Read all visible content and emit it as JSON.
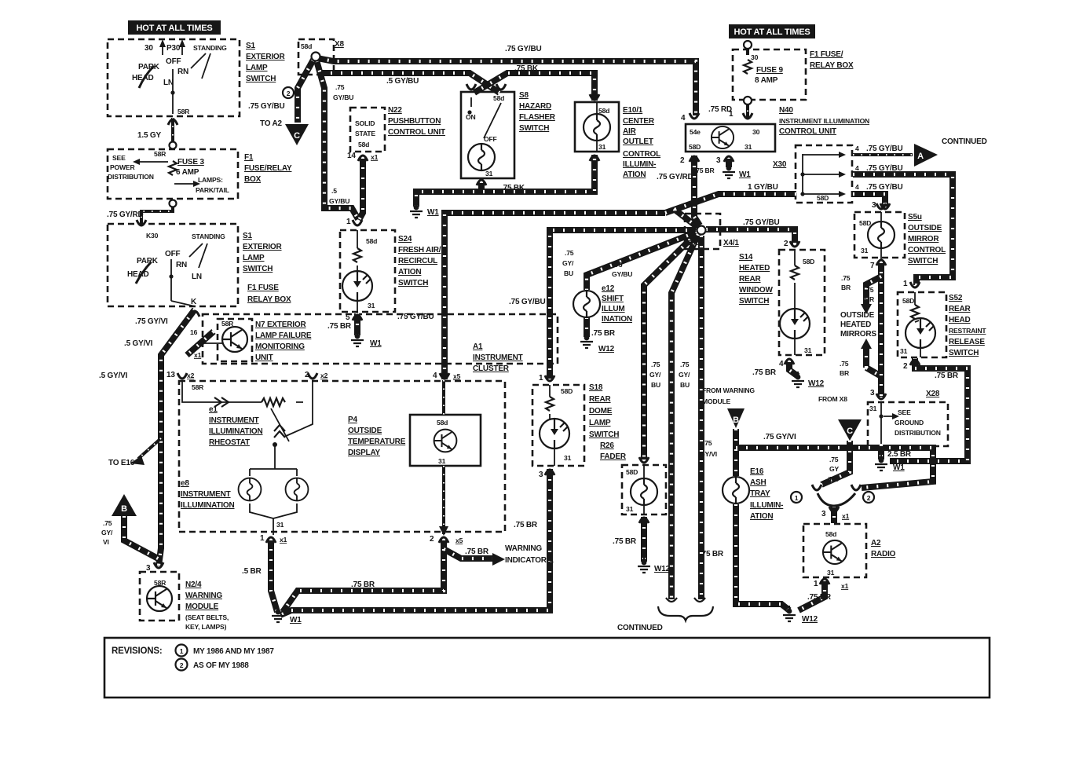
{
  "banners": {
    "left": "HOT AT ALL TIMES",
    "right": "HOT AT ALL TIMES"
  },
  "w": {
    "gybu75": ".75 GY/BU",
    "gybu5": ".5 GY/BU",
    "gybu1": "1 GY/BU",
    "bk75": ".75 BK",
    "br75": ".75 BR",
    "br5": ".5 BR",
    "br25": "2.5 BR",
    "gy15": "1.5 GY",
    "gyrd75": ".75 GY/RD",
    "rd75": ".75 RD",
    "gyvi75": ".75 GY/VI",
    "gyvi5": ".5 GY/VI",
    "f75": ".75",
    "f5": ".5",
    "gyb": "GY/",
    "bu": "BU",
    "vi": "VI",
    "gy": "GY",
    "bus": "/BU",
    "br": "BR",
    "gyvi": "GY/VI",
    "gybu": "GY/BU"
  },
  "g": {
    "w1": "W1",
    "w12": "W12"
  },
  "p": {
    "p1": "1",
    "p2": "2",
    "p3": "3",
    "p4": "4",
    "p5": "5",
    "p7": "7",
    "p13": "13",
    "p14": "14",
    "p16": "16",
    "x1": "x1",
    "x2": "x2",
    "x5": "x5",
    "t30": "30",
    "t31": "31",
    "t58d": "58d",
    "t58D": "58D",
    "t58r": "58R",
    "t54": "54e",
    "k": "K",
    "k30": "K30",
    "p30": "P30"
  },
  "misc": {
    "continued": "CONTINUED",
    "to_a2": "TO A2",
    "to_e16": "TO E16",
    "from_x8": "FROM X8",
    "fw1": "FROM WARNING",
    "fw2": "MODULE",
    "wi1": "WARNING",
    "wi2": "INDICATORS,",
    "om1": "OUTSIDE",
    "om2": "HEATED",
    "om3": "MIRRORS",
    "a": "A",
    "b": "B",
    "c": "C",
    "n1": "1",
    "n2": "2"
  },
  "c": {
    "s1a": {
      "id": "S1",
      "l1": "EXTERIOR",
      "l2": "LAMP",
      "l3": "SWITCH",
      "standing": "STANDING",
      "off": "OFF",
      "park": "PARK",
      "rn": "RN",
      "head": "HEAD",
      "ln": "LN"
    },
    "f3": {
      "see": "SEE",
      "power": "POWER",
      "dist": "DISTRIBUTION",
      "fuse": "FUSE 3",
      "amp": "6 AMP",
      "lamps": "LAMPS:",
      "pt": "PARK/TAIL",
      "id": "F1",
      "l1": "FUSE/RELAY",
      "l2": "BOX"
    },
    "s1b": {
      "note1": "F1 FUSE",
      "note2": "RELAY BOX"
    },
    "n7": {
      "id": "N7 EXTERIOR",
      "l1": "LAMP FAILURE",
      "l2": "MONITORING",
      "l3": "UNIT"
    },
    "x8": {
      "id": "X8"
    },
    "n22": {
      "id": "N22",
      "l1": "PUSHBUTTON",
      "l2": "CONTROL UNIT",
      "s1": "SOLID",
      "s2": "STATE"
    },
    "s24": {
      "id": "S24",
      "l1": "FRESH AIR/",
      "l2": "RECIRCUL",
      "l3": "ATION",
      "l4": "SWITCH"
    },
    "s8": {
      "id": "S8",
      "l1": "HAZARD",
      "l2": "FLASHER",
      "l3": "SWITCH",
      "on": "ON",
      "off": "OFF"
    },
    "e10": {
      "id": "E10/1",
      "l1": "CENTER",
      "l2": "AIR",
      "l3": "OUTLET",
      "l4": "CONTROL",
      "l5": "ILLUMIN-",
      "l6": "ATION"
    },
    "a1": {
      "id": "A1",
      "l1": "INSTRUMENT",
      "l2": "CLUSTER"
    },
    "e1": {
      "id": "e1",
      "l1": "INSTRUMENT",
      "l2": "ILLUMINATION",
      "l3": "RHEOSTAT"
    },
    "e8": {
      "id": "e8",
      "l1": "INSTRUMENT",
      "l2": "ILLUMINATION"
    },
    "p4": {
      "id": "P4",
      "l1": "OUTSIDE",
      "l2": "TEMPERATURE",
      "l3": "DISPLAY"
    },
    "s18": {
      "id": "S18",
      "l1": "REAR",
      "l2": "DOME",
      "l3": "LAMP",
      "l4": "SWITCH"
    },
    "r26": {
      "id": "R26",
      "l1": "FADER"
    },
    "e12": {
      "id": "e12",
      "l1": "SHIFT",
      "l2": "ILLUM",
      "l3": "INATION"
    },
    "x4": {
      "id": "X4/1"
    },
    "n40": {
      "id": "N40",
      "l1": "INSTRUMENT ILLUMINATION",
      "l2": "CONTROL UNIT"
    },
    "f9": {
      "id1": "F1 FUSE/",
      "id2": "RELAY BOX",
      "fuse": "FUSE 9",
      "amp": "8 AMP"
    },
    "x30": {
      "id": "X30"
    },
    "s5u": {
      "id": "S5u",
      "l1": "OUTSIDE",
      "l2": "MIRROR",
      "l3": "CONTROL",
      "l4": "SWITCH"
    },
    "s52": {
      "id": "S52",
      "l1": "REAR",
      "l2": "HEAD",
      "l3": "RESTRAINT",
      "l4": "RELEASE",
      "l5": "SWITCH"
    },
    "x28": {
      "id": "X28",
      "l1": "SEE",
      "l2": "GROUND",
      "l3": "DISTRIBUTION"
    },
    "s14": {
      "id": "S14",
      "l1": "HEATED",
      "l2": "REAR",
      "l3": "WINDOW",
      "l4": "SWITCH"
    },
    "e16": {
      "id": "E16",
      "l1": "ASH",
      "l2": "TRAY",
      "l3": "ILLUMIN-",
      "l4": "ATION"
    },
    "a2": {
      "id": "A2",
      "l1": "RADIO"
    },
    "n24": {
      "id": "N2/4",
      "l1": "WARNING",
      "l2": "MODULE",
      "l3": "(SEAT BELTS,",
      "l4": "KEY, LAMPS)"
    }
  },
  "rev": {
    "title": "REVISIONS:",
    "r1": "MY 1986 AND MY 1987",
    "r2": "AS OF MY 1988",
    "n1": "1",
    "n2": "2"
  }
}
